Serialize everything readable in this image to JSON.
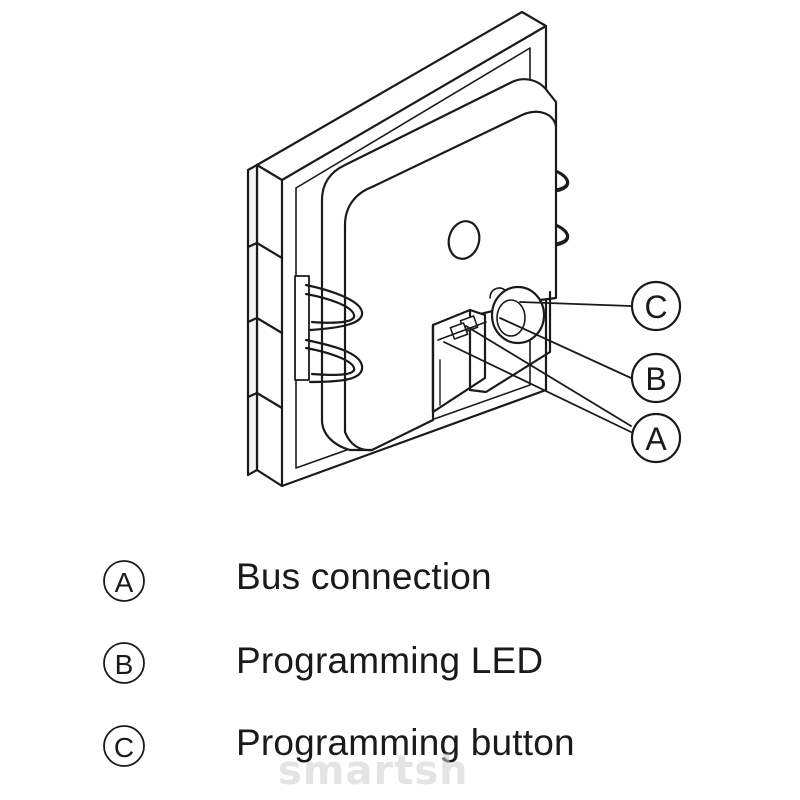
{
  "callouts": [
    {
      "letter": "A",
      "label": "Bus connection"
    },
    {
      "letter": "B",
      "label": "Programming LED"
    },
    {
      "letter": "C",
      "label": "Programming button"
    }
  ],
  "watermark": "smartsh",
  "colors": {
    "line": "#1a1a1a",
    "face": "#ffffff",
    "shadow": "#e6e6e6",
    "watermark": "#cfcfcf"
  }
}
